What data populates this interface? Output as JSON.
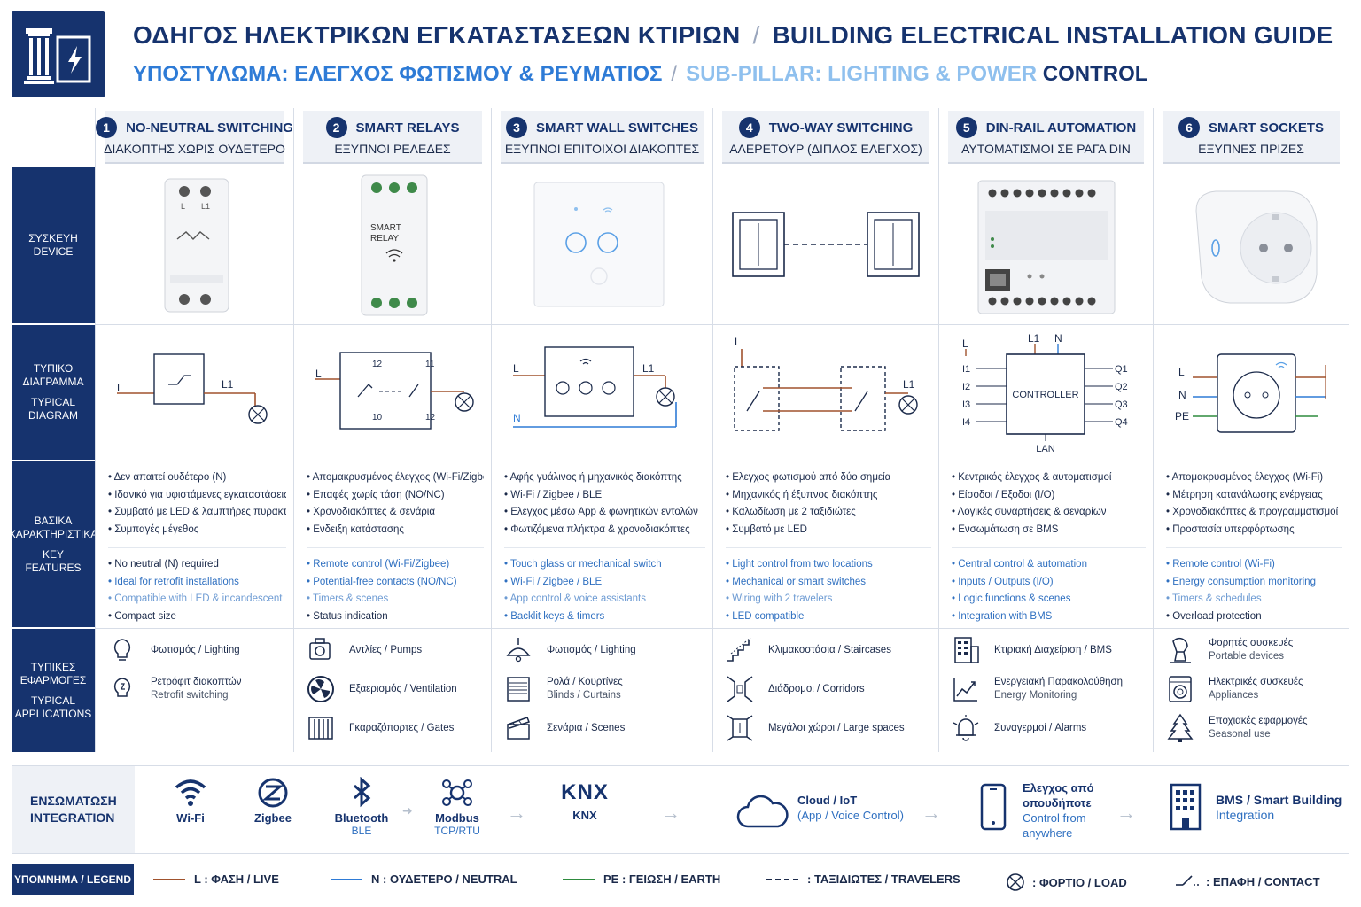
{
  "header": {
    "title_gr": "ΟΔΗΓΟΣ ΗΛΕΚΤΡΙΚΩΝ ΕΓΚΑΤΑΣΤΑΣΕΩΝ ΚΤΙΡΙΩΝ",
    "title_sep": "/",
    "title_en": "BUILDING ELECTRICAL INSTALLATION GUIDE",
    "sub_gr": "ΥΠΟΣΤΥΛΩΜΑ: ΕΛΕΓΧΟΣ ΦΩΤΙΣΜΟΥ & ΡΕΥΜΑΤΙΟΣ",
    "sub_sep": "/",
    "sub_en_a": "SUB-PILLAR: LIGHTING & POWER",
    "sub_en_b": " CONTROL"
  },
  "row_labels": {
    "device_gr": "ΣΥΣΚΕΥΗ",
    "device_en": "DEVICE",
    "diagram_gr_1": "ΤΥΠΙΚΟ",
    "diagram_gr_2": "ΔΙΑΓΡΑΜΜΑ",
    "diagram_en_1": "TYPICAL",
    "diagram_en_2": "DIAGRAM",
    "features_gr_1": "ΒΑΣΙΚΑ",
    "features_gr_2": "ΧΑΡΑΚΤΗΡΙΣΤΙΚΑ",
    "features_en_1": "KEY",
    "features_en_2": "FEATURES",
    "apps_gr_1": "ΤΥΠΙΚΕΣ",
    "apps_gr_2": "ΕΦΑΡΜΟΓΕΣ",
    "apps_en_1": "TYPICAL",
    "apps_en_2": "APPLICATIONS"
  },
  "columns": [
    {
      "num": "1",
      "title_en": "NO-NEUTRAL SWITCHING",
      "title_gr": "ΔΙΑΚΟΠΤΗΣ ΧΩΡΙΣ ΟΥΔΕΤΕΡΟ",
      "diagram": {
        "l": "L",
        "l1": "L1"
      },
      "features_gr": [
        "Δεν απαιτεί ουδέτερο (N)",
        "Ιδανικό για υφιστάμενες εγκαταστάσεις",
        "Συμβατό με LED & λαμπτήρες πυρακτώσης",
        "Συμπαγές μέγεθος"
      ],
      "features_en": [
        "No neutral (N) required",
        "Ideal for retrofit installations",
        "Compatible with LED & incandescent",
        "Compact size"
      ],
      "apps": [
        {
          "icon": "lightbulb-icon",
          "gr": "Φωτισμός / Lighting",
          "en": ""
        },
        {
          "icon": "retrofit-bulb-icon",
          "gr": "Ρετρόφιτ διακοπτών",
          "en": "Retrofit switching"
        }
      ]
    },
    {
      "num": "2",
      "title_en": "SMART RELAYS",
      "title_gr": "ΕΞΥΠΝΟΙ ΡΕΛΕΔΕΣ",
      "device_label_1": "SMART",
      "device_label_2": "RELAY",
      "diagram": {
        "l": "L",
        "t1": "12",
        "t2": "11",
        "t3": "10",
        "t4": "12"
      },
      "features_gr": [
        "Απομακρυσμένος έλεγχος (Wi-Fi/Zigbee)",
        "Επαφές χωρίς τάση (NO/NC)",
        "Χρονοδιακόπτες & σενάρια",
        "Ενδειξη κατάστασης"
      ],
      "features_en": [
        "Remote control (Wi-Fi/Zigbee)",
        "Potential-free contacts (NO/NC)",
        "Timers & scenes",
        "Status indication"
      ],
      "apps": [
        {
          "icon": "pump-icon",
          "gr": "Αντλίες / Pumps",
          "en": ""
        },
        {
          "icon": "fan-icon",
          "gr": "Εξαερισμός / Ventilation",
          "en": ""
        },
        {
          "icon": "gate-icon",
          "gr": "Γκαραζόπορτες / Gates",
          "en": ""
        }
      ]
    },
    {
      "num": "3",
      "title_en": "SMART WALL SWITCHES",
      "title_gr": "ΕΞΥΠΝΟΙ ΕΠΙΤΟΙΧΟΙ ΔΙΑΚΟΠΤΕΣ",
      "diagram": {
        "l": "L",
        "l1": "L1",
        "n": "N"
      },
      "features_gr": [
        "Αφής γυάλινος ή μηχανικός διακόπτης",
        "Wi-Fi / Zigbee / BLE",
        "Ελεγχος μέσω App & φωνητικών εντολών",
        "Φωτιζόμενα πλήκτρα & χρονοδιακόπτες"
      ],
      "features_en": [
        "Touch glass or mechanical switch",
        "Wi-Fi / Zigbee / BLE",
        "App control & voice assistants",
        "Backlit keys & timers"
      ],
      "apps": [
        {
          "icon": "ceiling-lamp-icon",
          "gr": "Φωτισμός / Lighting",
          "en": ""
        },
        {
          "icon": "blinds-icon",
          "gr": "Ρολά / Κουρτίνες",
          "en": "Blinds / Curtains"
        },
        {
          "icon": "clapperboard-icon",
          "gr": "Σενάρια / Scenes",
          "en": ""
        }
      ]
    },
    {
      "num": "4",
      "title_en": "TWO-WAY SWITCHING",
      "title_gr": "ΑΛΕΡΕΤΟΥΡ (ΔΙΠΛΟΣ ΕΛΕΓΧΟΣ)",
      "diagram": {
        "l": "L",
        "l1": "L1"
      },
      "features_gr": [
        "Ελεγχος φωτισμού από δύο σημεία",
        "Μηχανικός ή έξυπνος διακόπτης",
        "Καλωδίωση με 2 ταξιδιώτες",
        "Συμβατό με LED"
      ],
      "features_en": [
        "Light control from two locations",
        "Mechanical or smart switches",
        "Wiring with 2 travelers",
        "LED compatible"
      ],
      "apps": [
        {
          "icon": "stairs-icon",
          "gr": "Κλιμακοστάσια / Staircases",
          "en": ""
        },
        {
          "icon": "corridor-icon",
          "gr": "Διάδρομοι / Corridors",
          "en": ""
        },
        {
          "icon": "large-space-icon",
          "gr": "Μεγάλοι χώροι / Large spaces",
          "en": ""
        }
      ]
    },
    {
      "num": "5",
      "title_en": "DIN-RAIL AUTOMATION",
      "title_gr": "ΑΥΤΟΜΑΤΙΣΜΟΙ ΣΕ ΡΑΓΑ DIN",
      "diagram": {
        "l": "L",
        "l1": "L1",
        "n": "N",
        "controller": "CONTROLLER",
        "lan": "LAN",
        "inputs": [
          "I1",
          "I2",
          "I3",
          "I4"
        ],
        "outputs": [
          "Q1",
          "Q2",
          "Q3",
          "Q4"
        ]
      },
      "features_gr": [
        "Κεντρικός έλεγχος & αυτοματισμοί",
        "Είσοδοι / Εξοδοι (I/O)",
        "Λογικές συναρτήσεις & σεναρίων",
        "Ενσωμάτωση σε BMS"
      ],
      "features_en": [
        "Central control & automation",
        "Inputs / Outputs (I/O)",
        "Logic functions & scenes",
        "Integration with BMS"
      ],
      "apps": [
        {
          "icon": "building-bms-icon",
          "gr": "Κτιριακή Διαχείριση / BMS",
          "en": ""
        },
        {
          "icon": "energy-chart-icon",
          "gr": "Ενεργειακή Παρακολούθηση",
          "en": "Energy Monitoring"
        },
        {
          "icon": "alarm-bell-icon",
          "gr": "Συναγερμοί / Alarms",
          "en": ""
        }
      ]
    },
    {
      "num": "6",
      "title_en": "SMART SOCKETS",
      "title_gr": "ΕΞΥΠΝΕΣ ΠΡΙΖΕΣ",
      "diagram": {
        "l": "L",
        "n": "N",
        "pe": "PE"
      },
      "features_gr": [
        "Απομακρυσμένος έλεγχος (Wi-Fi)",
        "Μέτρηση κατανάλωσης ενέργειας",
        "Χρονοδιακόπτες & προγραμματισμοί",
        "Προστασία υπερφόρτωσης"
      ],
      "features_en": [
        "Remote control (Wi-Fi)",
        "Energy consumption monitoring",
        "Timers & schedules",
        "Overload protection"
      ],
      "apps": [
        {
          "icon": "portable-device-icon",
          "gr": "Φορητές συσκευές",
          "en": "Portable devices"
        },
        {
          "icon": "washing-machine-icon",
          "gr": "Ηλεκτρικές συσκευές",
          "en": "Appliances"
        },
        {
          "icon": "christmas-tree-icon",
          "gr": "Εποχιακές εφαρμογές",
          "en": "Seasonal use"
        }
      ]
    }
  ],
  "integration": {
    "label_gr": "ΕΝΣΩΜΑΤΩΣΗ",
    "label_en": "INTEGRATION",
    "protocols": [
      {
        "icon": "wifi-icon",
        "name": "Wi-Fi",
        "sub": ""
      },
      {
        "icon": "zigbee-icon",
        "name": "Zigbee",
        "sub": ""
      },
      {
        "icon": "bluetooth-icon",
        "name": "Bluetooth",
        "sub": "BLE"
      },
      {
        "icon": "modbus-icon",
        "name": "Modbus",
        "sub": "TCP/RTU"
      },
      {
        "icon": "knx-icon",
        "name": "KNX",
        "sub": "",
        "logo": "KNX"
      }
    ],
    "cloud_title": "Cloud / IoT",
    "cloud_sub": "(App / Voice Control)",
    "phone_gr_1": "Ελεγχος από",
    "phone_gr_2": "οπουδήποτε",
    "phone_en_1": "Control from",
    "phone_en_2": "anywhere",
    "bms_title": "BMS / Smart Building",
    "bms_sub": "Integration"
  },
  "legend": {
    "label": "ΥΠΟΜΝΗΜΑ / LEGEND",
    "items": [
      {
        "text": "L : ΦΑΣΗ / LIVE",
        "color": "#a0522d"
      },
      {
        "text": "N : ΟΥΔΕΤΕΡΟ / NEUTRAL",
        "color": "#2e7bd6"
      },
      {
        "text": "PE : ΓΕΙΩΣΗ / EARTH",
        "color": "#2e8b3e"
      },
      {
        "text": ": ΤΑΞΙΔΙΩΤΕΣ / TRAVELERS",
        "color": "#1b2a4a"
      },
      {
        "text": ": ΦΟΡΤΙΟ / LOAD",
        "color": "#1b2a4a"
      },
      {
        "text": ": ΕΠΑΦΗ / CONTACT",
        "color": "#1b2a4a"
      }
    ]
  },
  "colors": {
    "navy": "#16336e",
    "blue": "#2e7bd6",
    "live": "#a0522d",
    "neutral": "#2e7bd6",
    "earth": "#2e8b3e"
  }
}
